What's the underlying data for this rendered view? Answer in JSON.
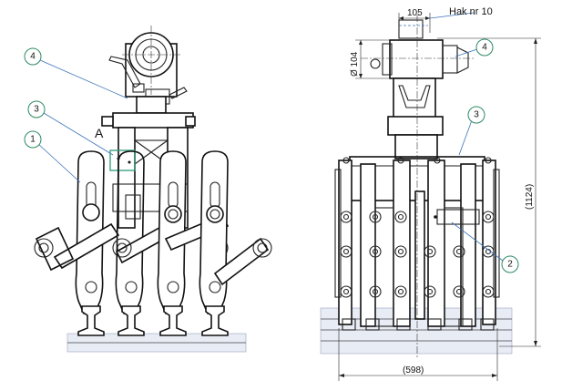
{
  "callouts": {
    "part_1": "1",
    "part_2": "2",
    "part_3": "3",
    "part_4": "4"
  },
  "detail_label": "A",
  "dimensions": {
    "hook_width": "105",
    "hook_diameter": "Ø 104",
    "total_height": "(1124)",
    "total_width": "(598)"
  },
  "hook_label": "Hak nr 10",
  "colors": {
    "callout_circle": "#2b8a62",
    "leader_line": "#3a72b8",
    "detail_box": "#2b9a78",
    "ground": "#e8ecf5"
  }
}
